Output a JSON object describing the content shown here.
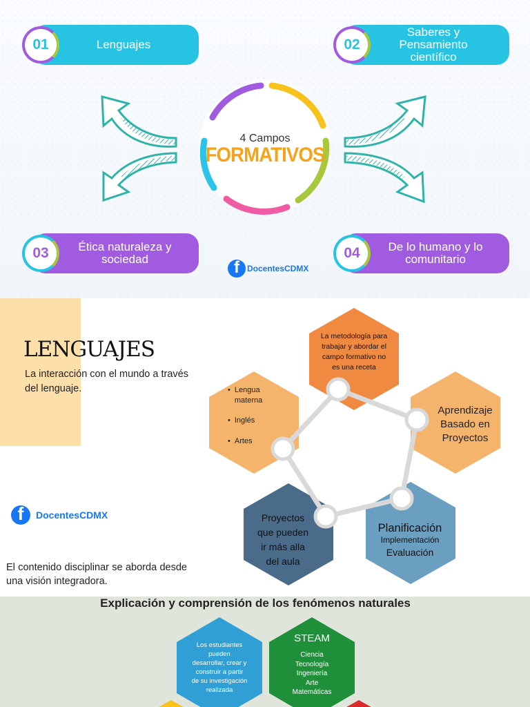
{
  "header": {
    "campos_small": "4 Campos",
    "campos_big": "FORMATIVOS",
    "fb_handle": "DocentesCDMX"
  },
  "campos": [
    {
      "num": "01",
      "lines": [
        "Lenguajes"
      ]
    },
    {
      "num": "02",
      "lines": [
        "Saberes y",
        "Pensamiento",
        "científico"
      ]
    },
    {
      "num": "03",
      "lines": [
        "Ética naturaleza y",
        "sociedad"
      ]
    },
    {
      "num": "04",
      "lines": [
        "De lo humano y lo",
        "comunitario"
      ]
    }
  ],
  "colors": {
    "cyan": "#27c3e3",
    "purple": "#a05be0",
    "ring_yellow": "#f7c21c",
    "ring_green": "#a7c83a",
    "ring_pink": "#f05ba5",
    "ring_purple": "#a05be0",
    "ring_cyan": "#2bc4e8",
    "arrow_teal": "#2fb3a8",
    "hex_orange": "#f08a41",
    "hex_peach": "#f5b46b",
    "hex_navy": "#4a6b89",
    "hex_blue": "#6a9fc1",
    "peach_block": "#fddfaa",
    "fb_blue": "#1877f2"
  },
  "lenguajes": {
    "title": "LENGUAJES",
    "subtitle": "La interacción con el mundo a través  del lenguaje.",
    "footer": "El contenido disciplinar se aborda desde una visión integradora.",
    "fb_handle": "DocentesCDMX",
    "hex_top": [
      "La metodología para",
      "trabajar y abordar el",
      "campo formativo no",
      "es  una receta"
    ],
    "hex_left_items": [
      "Lengua materna",
      "Inglés",
      "Artes"
    ],
    "hex_right": [
      "Aprendizaje",
      "Basado en",
      "Proyectos"
    ],
    "hex_bottom_left": [
      "Proyectos",
      "que pueden",
      "ir más alla",
      "del aula"
    ],
    "hex_bottom_right_title": "Planificación",
    "hex_bottom_right_lines": [
      "Implementación",
      "Evaluación"
    ]
  },
  "fenomenos": {
    "title": "Explicación y comprensión de los fenómenos naturales",
    "hex_blue": [
      "Los estudiantes",
      "pueden",
      "desarrollar, crear y",
      "construir a partir",
      "de su investigación",
      "realizada"
    ],
    "hex_green_title": "STEAM",
    "hex_green_lines": [
      "Ciencia",
      "Tecnología",
      "Ingeniería",
      "Arte",
      "Matemáticas"
    ]
  }
}
